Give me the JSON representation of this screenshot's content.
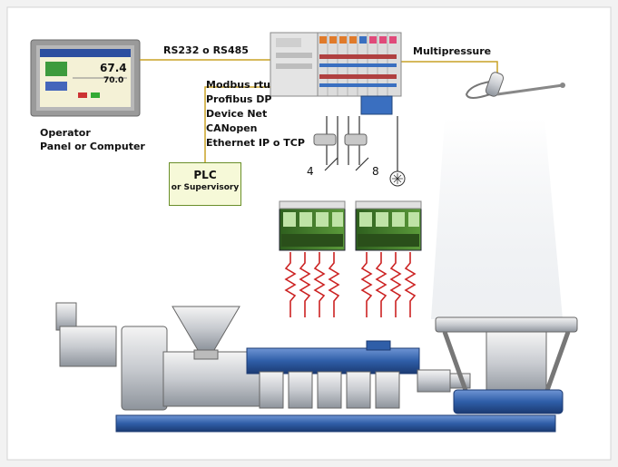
{
  "panel_label": [
    "Operator",
    "Panel or Computer"
  ],
  "link_label": "RS232 o RS485",
  "protocols": [
    "Modbus rtu",
    "Profibus DP",
    "Device Net",
    "CANopen",
    "Ethernet  IP o TCP"
  ],
  "plc": {
    "title": "PLC",
    "subtitle": "or Supervisory"
  },
  "sensor_label": "Multipressure",
  "count_left": "4",
  "count_right": "8",
  "screen": {
    "reading_main": "67.4",
    "reading_sub": "70.0"
  },
  "colors": {
    "wire": "#c9a227",
    "plc_border": "#6a8f2a",
    "heater": "#cc2222",
    "machine_blue": "#2f5ea8",
    "terminal_green": "#3f7a2a"
  }
}
